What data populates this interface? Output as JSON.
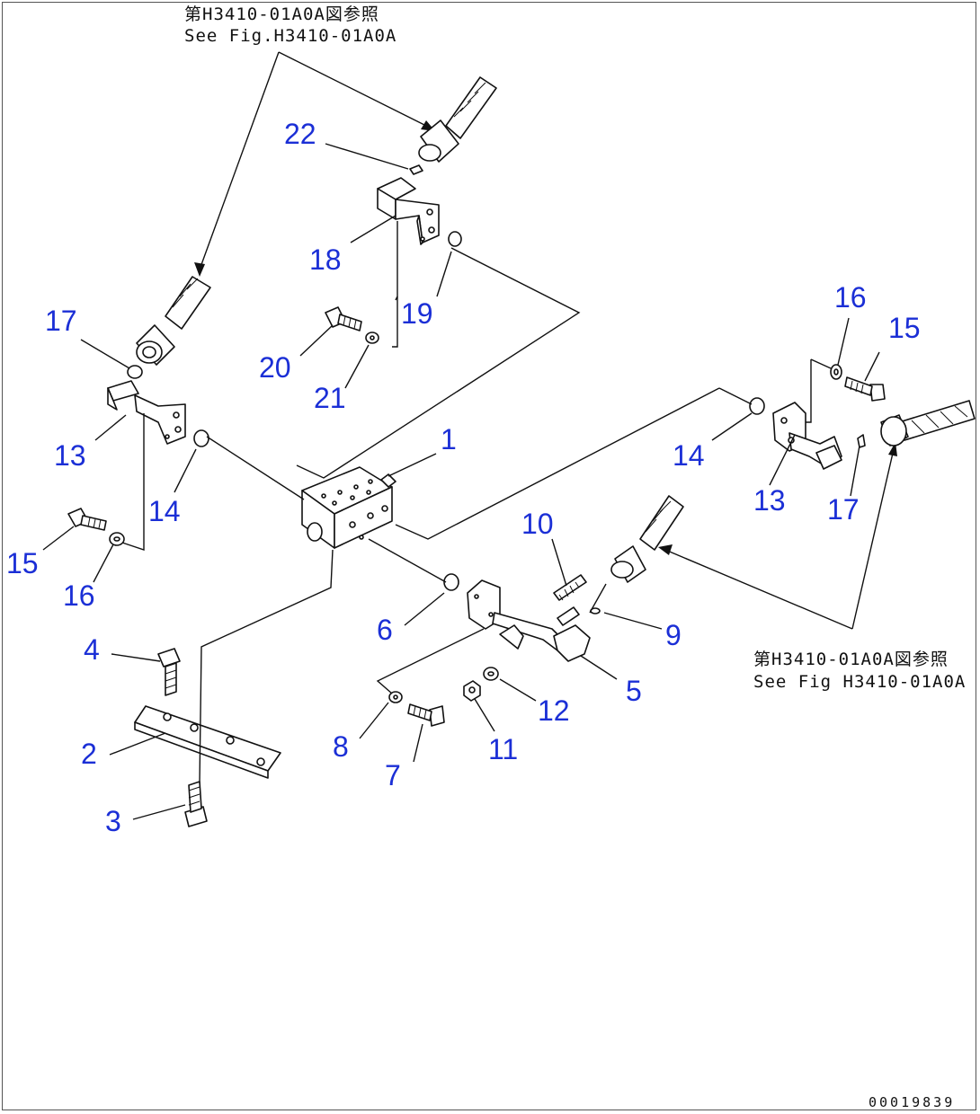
{
  "references": {
    "top_line1": "第H3410-01A0A図参照",
    "top_line2": "See Fig.H3410-01A0A",
    "right_line1": "第H3410-01A0A図参照",
    "right_line2": "See Fig H3410-01A0A"
  },
  "document_id": "00019839",
  "callouts": {
    "c1": "1",
    "c2": "2",
    "c3": "3",
    "c4": "4",
    "c5": "5",
    "c6": "6",
    "c7": "7",
    "c8": "8",
    "c9": "9",
    "c10": "10",
    "c11": "11",
    "c12": "12",
    "c13a": "13",
    "c13b": "13",
    "c14a": "14",
    "c14b": "14",
    "c15a": "15",
    "c15b": "15",
    "c16a": "16",
    "c16b": "16",
    "c17a": "17",
    "c17b": "17",
    "c18": "18",
    "c19": "19",
    "c20": "20",
    "c21": "21",
    "c22": "22"
  },
  "colors": {
    "callout": "#1b2fd6",
    "line": "#111111",
    "background": "#ffffff"
  }
}
